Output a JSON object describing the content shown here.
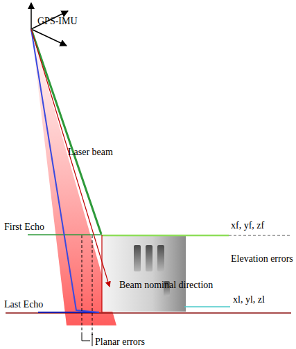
{
  "diagram": {
    "labels": [
      "GPS-IMU",
      "Laser beam",
      "First Echo",
      "xf, yf, zf",
      "Elevation errors",
      "xl, yl, zl",
      "Last Echo",
      "Beam nominal direction",
      "Planar errors"
    ]
  }
}
